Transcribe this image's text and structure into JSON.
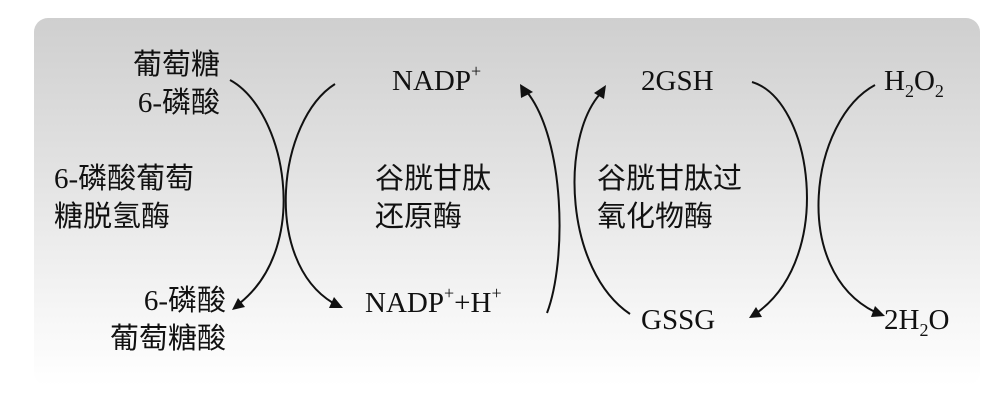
{
  "diagram": {
    "left_reaction": {
      "substrate": [
        "葡萄糖",
        "6-磷酸"
      ],
      "enzyme": [
        "6-磷酸葡萄",
        "糖脱氢酶"
      ],
      "product": [
        "6-磷酸",
        "葡萄糖酸"
      ]
    },
    "nadp_cycle": {
      "oxidized": {
        "base": "NADP",
        "sup": "+"
      },
      "reduced": {
        "base1": "NADP",
        "sup1": "+",
        "mid": "+H",
        "sup2": "+"
      },
      "enzyme": [
        "谷胱甘肽",
        "还原酶"
      ]
    },
    "glutathione_cycle": {
      "reduced": "2GSH",
      "oxidized": "GSSG",
      "enzyme": [
        "谷胱甘肽过",
        "氧化物酶"
      ]
    },
    "peroxide_reaction": {
      "substrate": {
        "h": "H",
        "sub1": "2",
        "o": "O",
        "sub2": "2"
      },
      "product": {
        "pre": "2H",
        "sub": "2",
        "post": "O"
      }
    }
  }
}
